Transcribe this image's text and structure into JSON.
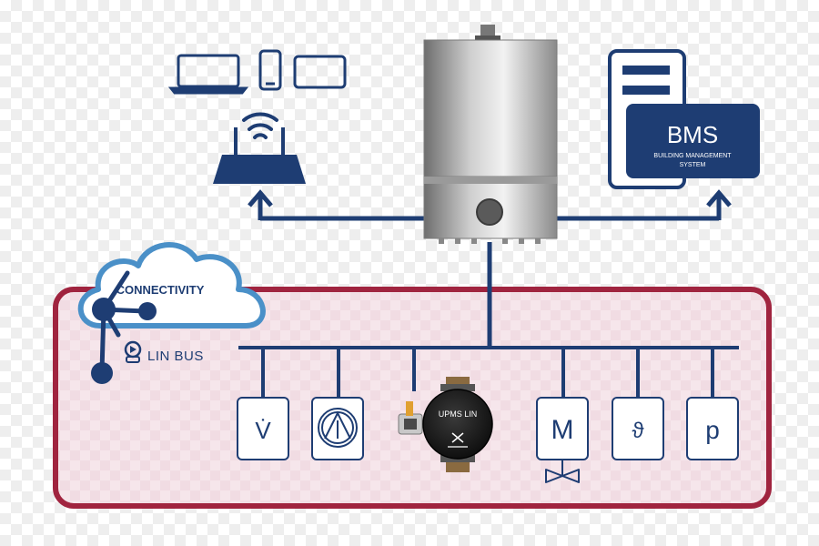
{
  "colors": {
    "navy": "#1e3d73",
    "crimson": "#a0243f",
    "cloud": "#4a90c8",
    "panel_fill": "#f5e5ea"
  },
  "cloud": {
    "label": "CONNECTIVITY"
  },
  "lin_bus": {
    "label": "LIN BUS"
  },
  "bms": {
    "title": "BMS",
    "subtitle_line1": "BUILDING MANAGEMENT",
    "subtitle_line2": "SYSTEM"
  },
  "pump": {
    "label": "UPMS LIN"
  },
  "devices": [
    {
      "id": "flow-sensor",
      "symbol": "V̇"
    },
    {
      "id": "fan",
      "symbol": "fan-icon"
    },
    {
      "id": "motor-valve",
      "symbol": "M"
    },
    {
      "id": "temperature-sensor",
      "symbol": "ϑ"
    },
    {
      "id": "pressure-sensor",
      "symbol": "p"
    }
  ]
}
